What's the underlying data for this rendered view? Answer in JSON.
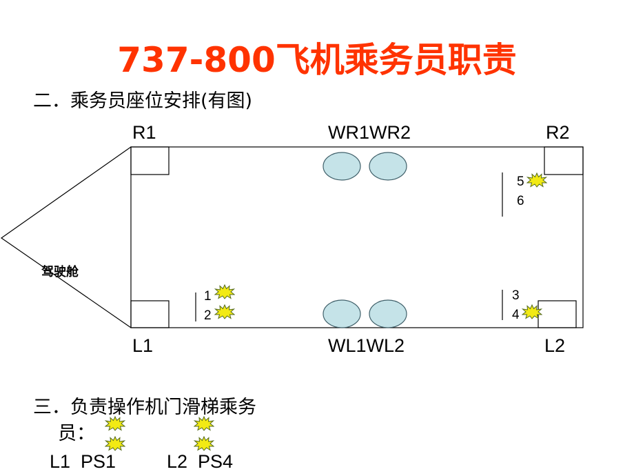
{
  "title": "737-800飞机乘务员职责",
  "section2": "二．乘务员座位安排(有图)",
  "doors": {
    "r1": "R1",
    "wr": "WR1WR2",
    "r2": "R2",
    "l1": "L1",
    "wl": "WL1WL2",
    "l2": "L2"
  },
  "cockpit": "驾驶舱",
  "seats": {
    "s1": "1",
    "s2": "2",
    "s3": "3",
    "s4": "4",
    "s5": "5",
    "s6": "6"
  },
  "section3_line1": "三．负责操作机门滑梯乘务",
  "section3_line2": "员：",
  "assign1": "L1  PS1",
  "assign2": "L2  PS4",
  "colors": {
    "title": "#ff3300",
    "window": "#c5e3e8",
    "star_fill": "#f2ea14",
    "star_stroke": "#556b1f"
  }
}
